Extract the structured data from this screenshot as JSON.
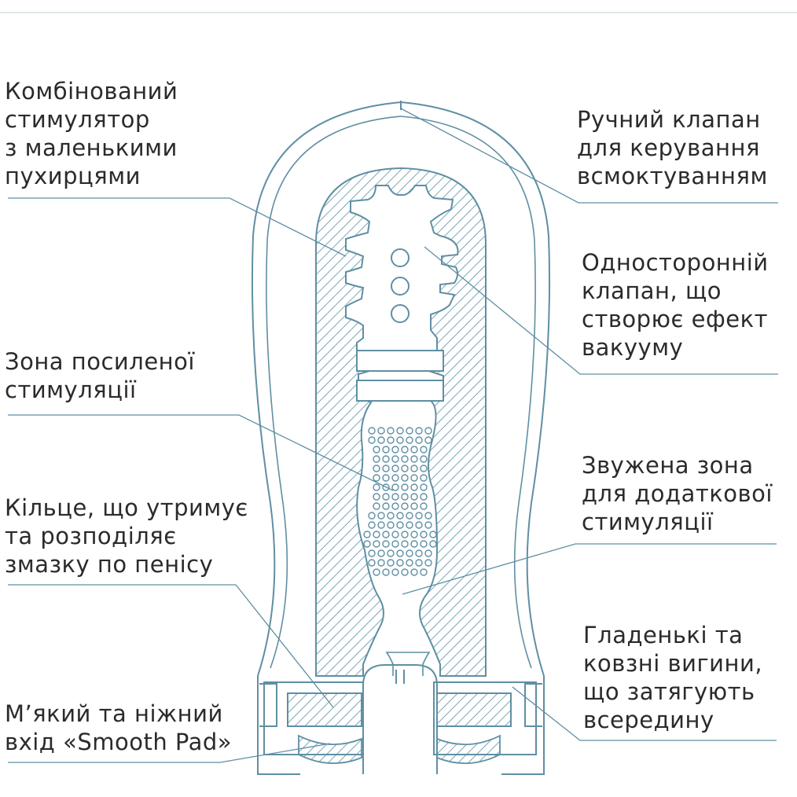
{
  "colors": {
    "diagram_stroke": "#5f8fa3",
    "pointer_line": "#5f8fa3",
    "top_rule": "#d5dde0",
    "text": "#2b2b2b"
  },
  "labels": {
    "left": [
      {
        "id": "combo-stimulator",
        "lines": [
          "Комбінований",
          "стимулятор",
          "з маленькими",
          "пухирцями"
        ]
      },
      {
        "id": "enhanced-zone",
        "lines": [
          "Зона посиленої",
          "стимуляції"
        ]
      },
      {
        "id": "lube-ring",
        "lines": [
          "Кільце, що утримує",
          "та розподіляє",
          "змазку по пенісу"
        ]
      },
      {
        "id": "smooth-pad",
        "lines": [
          "М’який та ніжний",
          "вхід «Smooth Pad»"
        ]
      }
    ],
    "right": [
      {
        "id": "manual-valve",
        "lines": [
          "Ручний клапан",
          "для керування",
          "всмоктуванням"
        ]
      },
      {
        "id": "one-way-valve",
        "lines": [
          "Односторонній",
          "клапан, що",
          "створює ефект",
          "вакууму"
        ]
      },
      {
        "id": "narrow-zone",
        "lines": [
          "Звужена зона",
          "для додаткової",
          "стимуляції"
        ]
      },
      {
        "id": "smooth-curves",
        "lines": [
          "Гладенькі та",
          "ковзні вигини,",
          "що затягують",
          "всередину"
        ]
      }
    ]
  }
}
